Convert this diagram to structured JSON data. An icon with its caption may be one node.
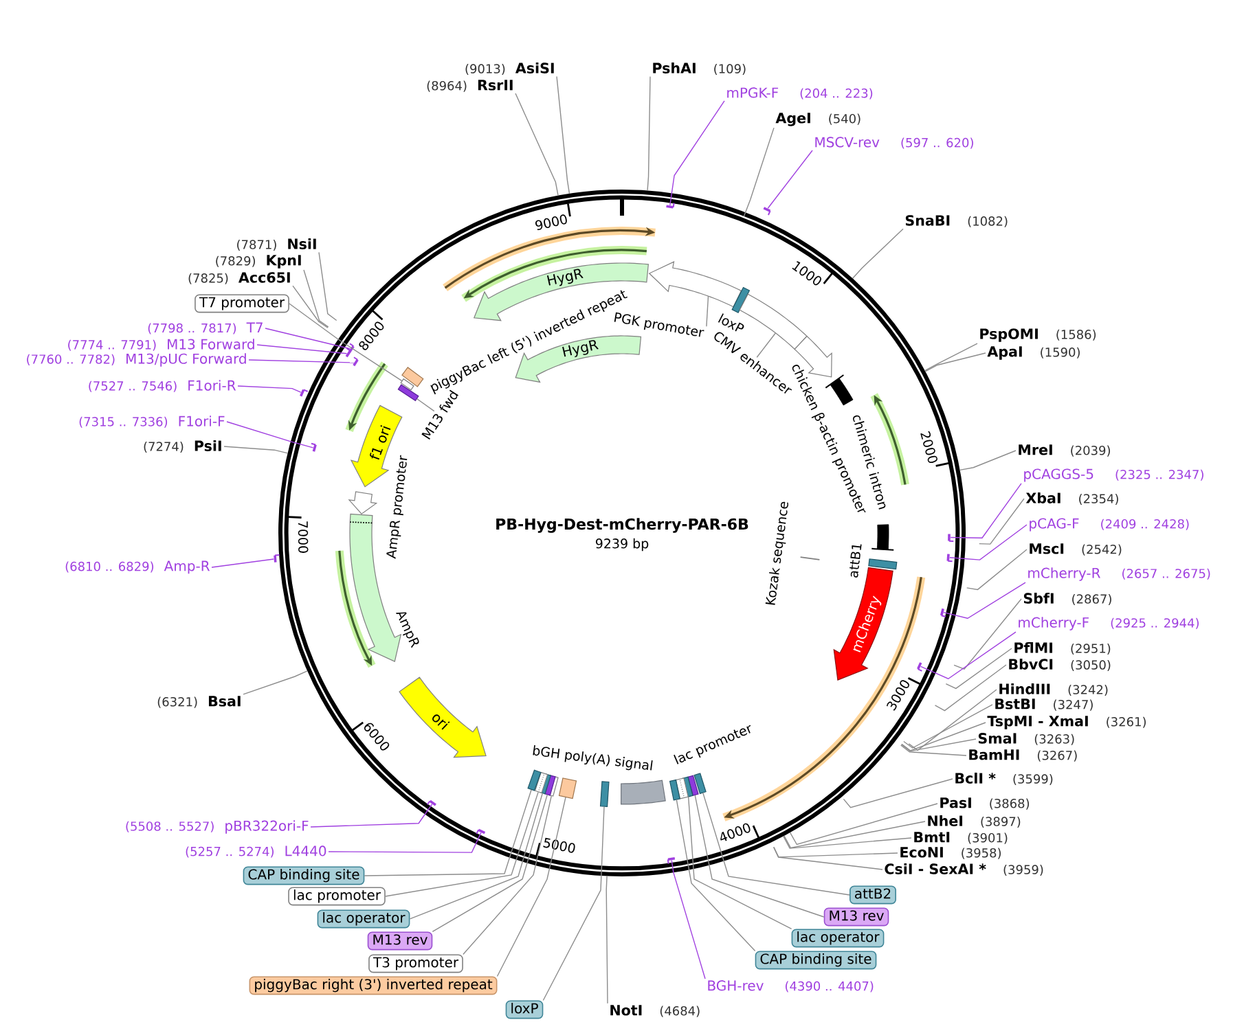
{
  "diagram": {
    "title": "PB-Hyg-Dest-mCherry-PAR-6B",
    "nodes": [
      {
        "text": [
          "PshAI",
          "(109)"
        ]
      },
      {
        "text": [
          "mPGK-F",
          "(204 .. 223)"
        ]
      },
      {
        "text": [
          "AgeI",
          "(540)"
        ]
      },
      {
        "text": [
          "MSCV-rev",
          "(597 .. 620)"
        ]
      },
      {
        "text": [
          "SnaBI",
          "(1082)"
        ]
      },
      {
        "text": [
          "PspOMI",
          "(1586)"
        ]
      },
      {
        "text": [
          "ApaI",
          "(1590)"
        ]
      },
      {
        "text": [
          "MreI",
          "(2039)"
        ]
      },
      {
        "text": [
          "pCAGGS-5",
          "(2325 .. 2347)"
        ]
      },
      {
        "text": [
          "XbaI",
          "(2354)"
        ]
      },
      {
        "text": [
          "pCAG-F",
          "(2409 .. 2428)"
        ]
      },
      {
        "text": [
          "MscI",
          "(2542)"
        ]
      },
      {
        "text": [
          "mCherry-R",
          "(2657 .. 2675)"
        ]
      },
      {
        "text": [
          "SbfI",
          "(2867)"
        ]
      },
      {
        "text": [
          "mCherry-F",
          "(2925 .. 2944)"
        ]
      },
      {
        "text": [
          "PflMI",
          "(2951)"
        ]
      },
      {
        "text": [
          "BbvCI",
          "(3050)"
        ]
      },
      {
        "text": [
          "HindIII",
          "(3242)"
        ]
      },
      {
        "text": [
          "BstBI",
          "(3247)"
        ]
      },
      {
        "text": [
          "TspMI - XmaI",
          "(3261)"
        ]
      },
      {
        "text": [
          "SmaI",
          "(3263)"
        ]
      },
      {
        "text": [
          "BamHI",
          "(3267)"
        ]
      },
      {
        "text": [
          "BclI *",
          "(3599)"
        ]
      },
      {
        "text": [
          "PasI",
          "(3868)"
        ]
      },
      {
        "text": [
          "NheI",
          "(3897)"
        ]
      },
      {
        "text": [
          "BmtI",
          "(3901)"
        ]
      },
      {
        "text": [
          "EcoNI",
          "(3958)"
        ]
      },
      {
        "text": [
          "CsiI - SexAI *",
          "(3959)"
        ]
      },
      {
        "text": [
          "attB2"
        ]
      },
      {
        "text": [
          "M13 rev"
        ]
      },
      {
        "text": [
          "lac operator"
        ]
      },
      {
        "text": [
          "CAP binding site"
        ]
      },
      {
        "text": [
          "BGH-rev",
          "(4390 .. 4407)"
        ]
      },
      {
        "text": [
          "NotI",
          "(4684)"
        ]
      },
      {
        "text": [
          "loxP"
        ]
      },
      {
        "text": [
          "piggyBac right (3') inverted repeat"
        ]
      },
      {
        "text": [
          "T3 promoter"
        ]
      },
      {
        "text": [
          "M13 rev"
        ]
      },
      {
        "text": [
          "lac operator"
        ]
      },
      {
        "text": [
          "lac promoter"
        ]
      },
      {
        "text": [
          "CAP binding site"
        ]
      },
      {
        "text": [
          "(5257 .. 5274)",
          "L4440"
        ]
      },
      {
        "text": [
          "(5508 .. 5527)",
          "pBR322ori-F"
        ]
      },
      {
        "text": [
          "(6321)",
          "BsaI"
        ]
      },
      {
        "text": [
          "(6810 .. 6829)",
          "Amp-R"
        ]
      },
      {
        "text": [
          "(7274)",
          "PsiI"
        ]
      },
      {
        "text": [
          "(7315 .. 7336)",
          "F1ori-F"
        ]
      },
      {
        "text": [
          "(7527 .. 7546)",
          "F1ori-R"
        ]
      },
      {
        "text": [
          "(7760 .. 7782)",
          "M13/pUC Forward"
        ]
      },
      {
        "text": [
          "(7774 .. 7791)",
          "M13 Forward"
        ]
      },
      {
        "text": [
          "(7798 .. 7817)",
          "T7"
        ]
      },
      {
        "text": [
          "T7 promoter"
        ]
      },
      {
        "text": [
          "(7825)",
          "Acc65I"
        ]
      },
      {
        "text": [
          "(7829)",
          "KpnI"
        ]
      },
      {
        "text": [
          "(7871)",
          "NsiI"
        ]
      },
      {
        "text": [
          "(8964)",
          "RsrII"
        ]
      },
      {
        "text": [
          "(9013)",
          "AsiSI"
        ]
      },
      {
        "text": [],
        "shape": "arrow"
      },
      {
        "text": [
          "PGK promoter"
        ]
      },
      {
        "text": [
          "loxP"
        ]
      },
      {
        "text": [],
        "shape": "box"
      },
      {
        "text": [
          "CMV enhancer"
        ]
      },
      {
        "text": [
          "chicken β-actin promoter"
        ]
      },
      {
        "text": [
          "chimeric intron"
        ]
      },
      {
        "text": [
          "Kozak sequence"
        ]
      },
      {
        "text": [
          "attB1"
        ]
      },
      {
        "text": [
          "mCherry"
        ]
      },
      {
        "text": [],
        "shape": "box"
      },
      {
        "text": [],
        "shape": "box"
      },
      {
        "text": [],
        "shape": "box"
      },
      {
        "text": [
          "lac promoter"
        ]
      },
      {
        "text": [],
        "shape": "box"
      },
      {
        "text": [
          "bGH poly(A) signal"
        ]
      },
      {
        "text": [],
        "shape": "box"
      },
      {
        "text": [],
        "shape": "box"
      },
      {
        "text": [],
        "shape": "box"
      },
      {
        "text": [],
        "shape": "box"
      },
      {
        "text": [],
        "shape": "box"
      },
      {
        "text": [],
        "shape": "box"
      },
      {
        "text": [],
        "shape": "box"
      },
      {
        "text": [
          "ori"
        ]
      },
      {
        "text": [
          "AmpR"
        ]
      },
      {
        "text": [
          "AmpR promoter"
        ]
      },
      {
        "text": [
          "f1 ori"
        ]
      },
      {
        "text": [],
        "shape": "box"
      },
      {
        "text": [
          "M13 fwd"
        ]
      },
      {
        "text": [],
        "shape": "box"
      },
      {
        "text": [
          "piggyBac left (5') inverted repeat"
        ]
      },
      {
        "text": [
          "HygR"
        ]
      },
      {
        "text": [
          "HygR"
        ]
      },
      {
        "text": [],
        "shape": "bar"
      },
      {
        "text": [],
        "shape": "bar"
      },
      {
        "text": [],
        "shape": "bar"
      },
      {
        "text": [],
        "shape": "bar"
      },
      {
        "text": [],
        "shape": "bar"
      },
      {
        "text": [],
        "shape": "bar"
      },
      {
        "text": [],
        "shape": "bar"
      },
      {
        "text": [],
        "shape": "bar"
      },
      {
        "text": [],
        "shape": "bar"
      },
      {
        "text": [],
        "shape": "bar"
      },
      {
        "text": [],
        "shape": "bar"
      },
      {
        "text": [],
        "shape": "bar"
      },
      {
        "text": [],
        "shape": "bar"
      },
      {
        "text": [],
        "shape": "bar"
      },
      {
        "text": [],
        "shape": "bar"
      }
    ],
    "edges": [
      {
        "from": 0,
        "to": null,
        "arrow": "none"
      },
      {
        "from": 1,
        "to": 90,
        "arrow": "none",
        "color": "#a040e0"
      },
      {
        "from": 2,
        "to": null,
        "arrow": "none"
      },
      {
        "from": 3,
        "to": 91,
        "arrow": "none",
        "color": "#a040e0"
      },
      {
        "from": 4,
        "to": null,
        "arrow": "none"
      },
      {
        "from": 5,
        "to": null,
        "arrow": "none"
      },
      {
        "from": 6,
        "to": null,
        "arrow": "none"
      },
      {
        "from": 7,
        "to": null,
        "arrow": "none"
      },
      {
        "from": 8,
        "to": 92,
        "arrow": "none",
        "color": "#a040e0"
      },
      {
        "from": 9,
        "to": null,
        "arrow": "none"
      },
      {
        "from": 10,
        "to": 93,
        "arrow": "none",
        "color": "#a040e0"
      },
      {
        "from": 11,
        "to": null,
        "arrow": "none"
      },
      {
        "from": 12,
        "to": 94,
        "arrow": "none",
        "color": "#a040e0"
      },
      {
        "from": 13,
        "to": null,
        "arrow": "none"
      },
      {
        "from": 14,
        "to": 95,
        "arrow": "none",
        "color": "#a040e0"
      },
      {
        "from": 15,
        "to": null,
        "arrow": "none"
      },
      {
        "from": 16,
        "to": null,
        "arrow": "none"
      },
      {
        "from": 17,
        "to": null,
        "arrow": "none"
      },
      {
        "from": 18,
        "to": null,
        "arrow": "none"
      },
      {
        "from": 19,
        "to": null,
        "arrow": "none"
      },
      {
        "from": 20,
        "to": null,
        "arrow": "none"
      },
      {
        "from": 21,
        "to": null,
        "arrow": "none"
      },
      {
        "from": 22,
        "to": null,
        "arrow": "none"
      },
      {
        "from": 23,
        "to": null,
        "arrow": "none"
      },
      {
        "from": 24,
        "to": null,
        "arrow": "none"
      },
      {
        "from": 25,
        "to": null,
        "arrow": "none"
      },
      {
        "from": 26,
        "to": null,
        "arrow": "none"
      },
      {
        "from": 27,
        "to": null,
        "arrow": "none"
      },
      {
        "from": 28,
        "to": 67,
        "arrow": "none"
      },
      {
        "from": 29,
        "to": 68,
        "arrow": "none"
      },
      {
        "from": 30,
        "to": 69,
        "arrow": "none"
      },
      {
        "from": 31,
        "to": 71,
        "arrow": "none"
      },
      {
        "from": 32,
        "to": 96,
        "arrow": "none",
        "color": "#a040e0"
      },
      {
        "from": 33,
        "to": null,
        "arrow": "none"
      },
      {
        "from": 34,
        "to": 73,
        "arrow": "none"
      },
      {
        "from": 35,
        "to": 74,
        "arrow": "none"
      },
      {
        "from": 36,
        "to": 75,
        "arrow": "none"
      },
      {
        "from": 37,
        "to": 76,
        "arrow": "none"
      },
      {
        "from": 38,
        "to": 77,
        "arrow": "none"
      },
      {
        "from": 39,
        "to": 78,
        "arrow": "none"
      },
      {
        "from": 40,
        "to": 79,
        "arrow": "none"
      },
      {
        "from": 41,
        "to": 97,
        "arrow": "none",
        "color": "#a040e0"
      },
      {
        "from": 42,
        "to": 98,
        "arrow": "none",
        "color": "#a040e0"
      },
      {
        "from": 43,
        "to": null,
        "arrow": "none"
      },
      {
        "from": 44,
        "to": 99,
        "arrow": "none",
        "color": "#a040e0"
      },
      {
        "from": 45,
        "to": null,
        "arrow": "none"
      },
      {
        "from": 46,
        "to": 100,
        "arrow": "none",
        "color": "#a040e0"
      },
      {
        "from": 47,
        "to": 101,
        "arrow": "none",
        "color": "#a040e0"
      },
      {
        "from": 48,
        "to": 102,
        "arrow": "none",
        "color": "#a040e0"
      },
      {
        "from": 49,
        "to": 103,
        "arrow": "none",
        "color": "#a040e0"
      },
      {
        "from": 50,
        "to": 104,
        "arrow": "none",
        "color": "#a040e0"
      },
      {
        "from": 51,
        "to": 86,
        "arrow": "none"
      },
      {
        "from": 52,
        "to": null,
        "arrow": "none"
      },
      {
        "from": 53,
        "to": null,
        "arrow": "none"
      },
      {
        "from": 54,
        "to": null,
        "arrow": "none"
      },
      {
        "from": 55,
        "to": null,
        "arrow": "none"
      },
      {
        "from": 56,
        "to": null,
        "arrow": "none"
      },
      {
        "from": 58,
        "to": 57,
        "arrow": "none"
      },
      {
        "from": 61,
        "to": 60,
        "arrow": "none"
      },
      {
        "from": 85,
        "to": 84,
        "arrow": "none"
      }
    ],
    "labels": [
      "9239 bp",
      "1000",
      "2000",
      "3000",
      "4000",
      "5000",
      "6000",
      "7000",
      "8000",
      "9000"
    ]
  }
}
